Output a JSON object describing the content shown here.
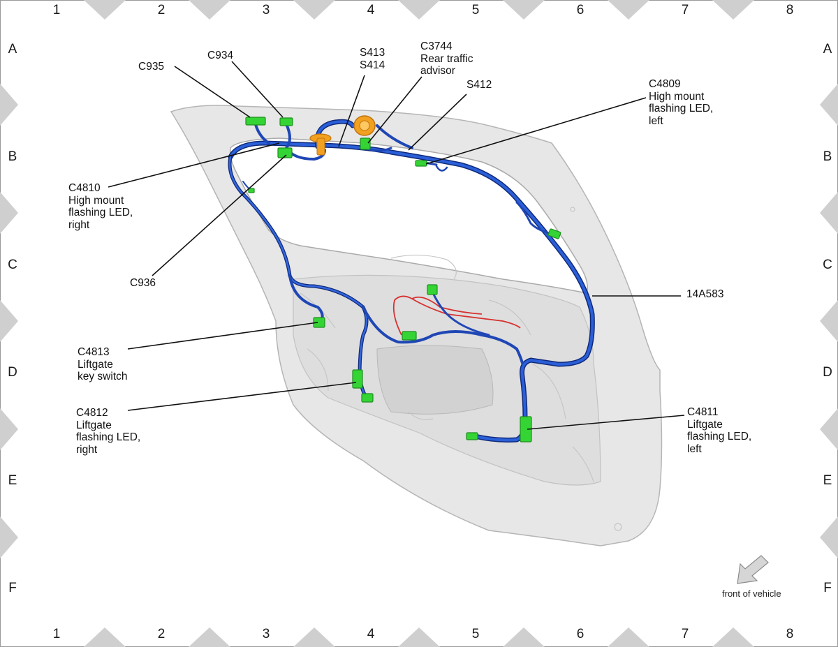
{
  "grid": {
    "columns": [
      "1",
      "2",
      "3",
      "4",
      "5",
      "6",
      "7",
      "8"
    ],
    "rows": [
      "A",
      "B",
      "C",
      "D",
      "E",
      "F"
    ]
  },
  "callouts": {
    "c935": [
      "C935"
    ],
    "c934": [
      "C934"
    ],
    "s413": [
      "S413",
      "S414"
    ],
    "c3744": [
      "C3744",
      "Rear traffic",
      "advisor"
    ],
    "s412": [
      "S412"
    ],
    "c4809": [
      "C4809",
      "High mount",
      "flashing LED,",
      "left"
    ],
    "c4810": [
      "C4810",
      "High mount",
      "flashing LED,",
      "right"
    ],
    "c936": [
      "C936"
    ],
    "h14a583": [
      "14A583"
    ],
    "c4813": [
      "C4813",
      "Liftgate",
      "key switch"
    ],
    "c4812": [
      "C4812",
      "Liftgate",
      "flashing LED,",
      "right"
    ],
    "c4811": [
      "C4811",
      "Liftgate",
      "flashing LED,",
      "left"
    ]
  },
  "orientation_note": "front of vehicle",
  "colors": {
    "harness": "#1f47b5",
    "harness_dark": "#102a7a",
    "connector": "#35d435",
    "grommet": "#f2a020",
    "panel": "#e6e6e6",
    "red_harness": "#d83030",
    "diamond": "#cfcfcf"
  }
}
